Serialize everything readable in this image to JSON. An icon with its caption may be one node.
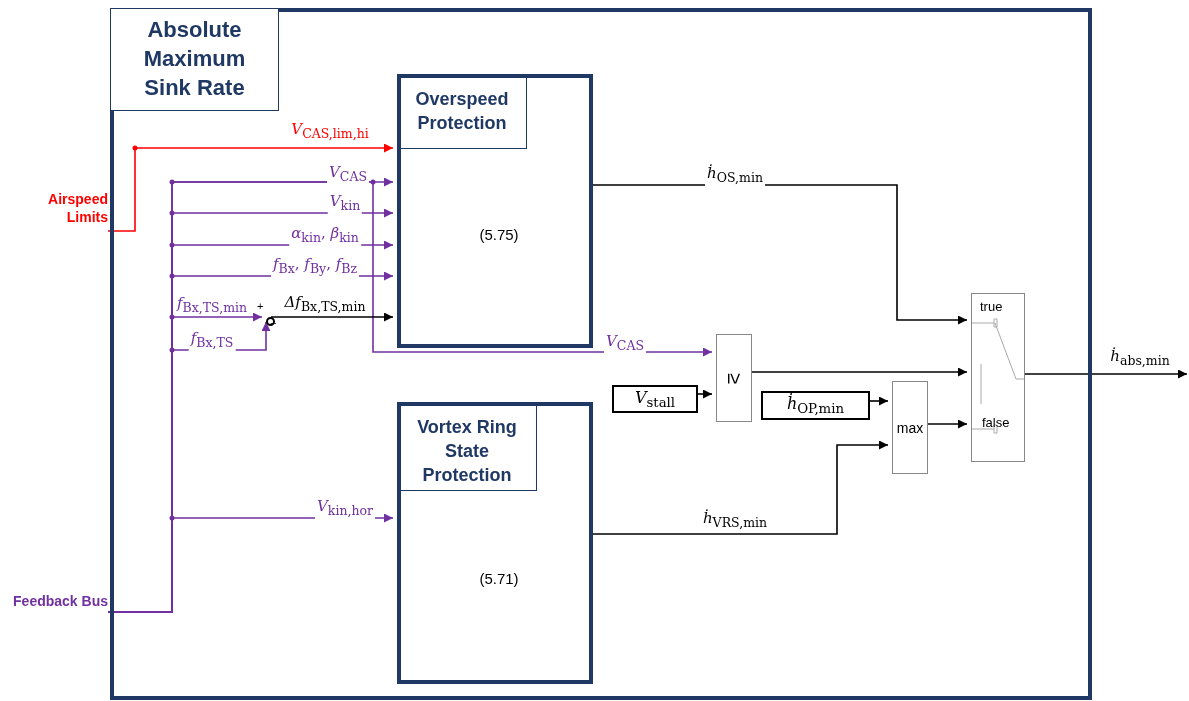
{
  "diagram": {
    "nodes": [
      {
        "text": [
          "Absolute Maximum Sink Rate"
        ]
      },
      {
        "text": [
          "Overspeed Protection",
          "(5.75)"
        ],
        "in": 0
      },
      {
        "text": [
          "Vortex Ring State Protection",
          "(5.71)"
        ],
        "in": 0
      },
      {
        "text": [],
        "shape": "circle",
        "in": 0
      },
      {
        "text": [
          "*V*$_{stall}$"
        ],
        "in": 0
      },
      {
        "text": [
          "*ḣ*$_{OP,min}$"
        ],
        "in": 0
      },
      {
        "text": [
          "≥"
        ],
        "in": 0
      },
      {
        "text": [
          "max"
        ],
        "in": 0
      },
      {
        "text": [
          "true",
          "false"
        ],
        "in": 0
      },
      {
        "text": [
          "Airspeed Limits"
        ]
      },
      {
        "text": [
          "Feedback Bus"
        ]
      }
    ],
    "edges": [
      {
        "from": 9,
        "to": 1,
        "arrow": "to",
        "label": "*V*$_{CAS,lim,hi}$",
        "color": "#ff0000"
      },
      {
        "from": 10,
        "to": 1,
        "arrow": "to",
        "label": "*V*$_{CAS}$",
        "color": "#7030a0"
      },
      {
        "from": 10,
        "to": 1,
        "arrow": "to",
        "label": "*V*$_{kin}$",
        "color": "#7030a0"
      },
      {
        "from": 10,
        "to": 1,
        "arrow": "to",
        "label": "*α*$_{kin}$, *β*$_{kin}$",
        "color": "#7030a0"
      },
      {
        "from": 10,
        "to": 1,
        "arrow": "to",
        "label": "*f*$_{Bx}$, *f*$_{By}$, *f*$_{Bz}$",
        "color": "#7030a0"
      },
      {
        "from": 10,
        "to": 3,
        "arrow": "to",
        "label": "*f*$_{Bx,TS,min}$",
        "color": "#7030a0"
      },
      {
        "from": 10,
        "to": 3,
        "arrow": "to",
        "label": "*f*$_{Bx,TS}$",
        "color": "#7030a0"
      },
      {
        "from": 10,
        "to": 2,
        "arrow": "to",
        "label": "*V*$_{kin,hor}$",
        "color": "#7030a0"
      },
      {
        "from": 10,
        "to": 6,
        "arrow": "to",
        "label": "*V*$_{CAS}$",
        "color": "#7030a0"
      },
      {
        "from": 3,
        "to": 1,
        "arrow": "to",
        "label": "*Δf*$_{Bx,TS,min}$",
        "color": "#000000"
      },
      {
        "from": 1,
        "to": 8,
        "arrow": "to",
        "label": "*ḣ*$_{OS,min}$",
        "color": "#000000"
      },
      {
        "from": 4,
        "to": 6,
        "arrow": "to",
        "color": "#000000"
      },
      {
        "from": 6,
        "to": 8,
        "arrow": "to",
        "color": "#000000"
      },
      {
        "from": 5,
        "to": 7,
        "arrow": "to",
        "color": "#000000"
      },
      {
        "from": 2,
        "to": 7,
        "arrow": "to",
        "label": "*ḣ*$_{VRS,min}$",
        "color": "#000000"
      },
      {
        "from": 7,
        "to": 8,
        "arrow": "to",
        "color": "#000000"
      },
      {
        "from": 8,
        "to": null,
        "arrow": "to",
        "label": "*ḣ*$_{abs,min}$",
        "color": "#000000"
      }
    ],
    "labels": [
      "+",
      "−"
    ]
  }
}
